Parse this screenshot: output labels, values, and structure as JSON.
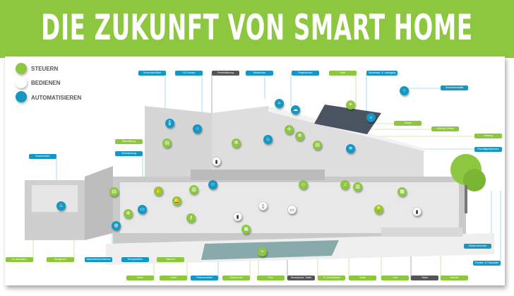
{
  "title": "DIE ZUKUNFT VON SMART HOME",
  "colors": {
    "steuern": "#8dc63f",
    "bedienen": "#ffffff",
    "automatisieren": "#1497c3",
    "label_dark": "#555555"
  },
  "legend": [
    {
      "label": "STEUERN",
      "color": "#8dc63f"
    },
    {
      "label": "BEDIENEN",
      "color": "#ffffff"
    },
    {
      "label": "AUTOMATISIEREN",
      "color": "#1497c3"
    }
  ],
  "labels": {
    "temperaturfuehler": "Temperaturfühler",
    "co2_sensor": "CO²-Sensor",
    "fernbedienung": "Fernbedienung",
    "windsensor": "Windsensor",
    "regensensor": "Regensensor",
    "solar": "Solar",
    "sonnenauf": "Sonnenauf- & -untergang",
    "sonnenintensitaet": "Sonnenintensität",
    "sauna": "Sauna",
    "lueftung": "Lüftung & Klima",
    "heizung": "Heizung",
    "feuchtigkeit": "Feuchtigkeitssensor",
    "beschattung": "Beschattung",
    "motorisierung": "Motorisierung",
    "rauchmelder": "Rauchmelder",
    "glasbruch": "Glasbruchsensor",
    "fenster": "Fenster- & Türkontakt",
    "e_ladestation": "E-Ladestation",
    "garagentor": "Garagentor",
    "wassereinbruch": "Wassereinbruchsensor",
    "energiezaehler": "Energiezähler",
    "intercom": "Intercom",
    "alarm": "Alarm",
    "zutritt": "Zutritt",
    "praesenzmelder": "Präsenzmelder",
    "verbraucher": "Verbraucher",
    "pool": "Pool",
    "smartphone": "Smartphone, Tablet",
    "tv": "TV & Multimedia",
    "musik": "Musik",
    "licht": "Licht",
    "taster": "Taster",
    "markise": "Markise"
  },
  "icons": [
    "thermometer-icon",
    "co2-icon",
    "remote-icon",
    "wind-icon",
    "rain-icon",
    "solar-icon",
    "sunrise-icon",
    "sun-icon",
    "fan-icon",
    "flame-icon",
    "blinds-icon",
    "humidity-icon",
    "smoke-icon",
    "plug-icon",
    "key-icon",
    "presence-icon",
    "music-icon",
    "window-icon",
    "light-icon",
    "pool-icon"
  ]
}
